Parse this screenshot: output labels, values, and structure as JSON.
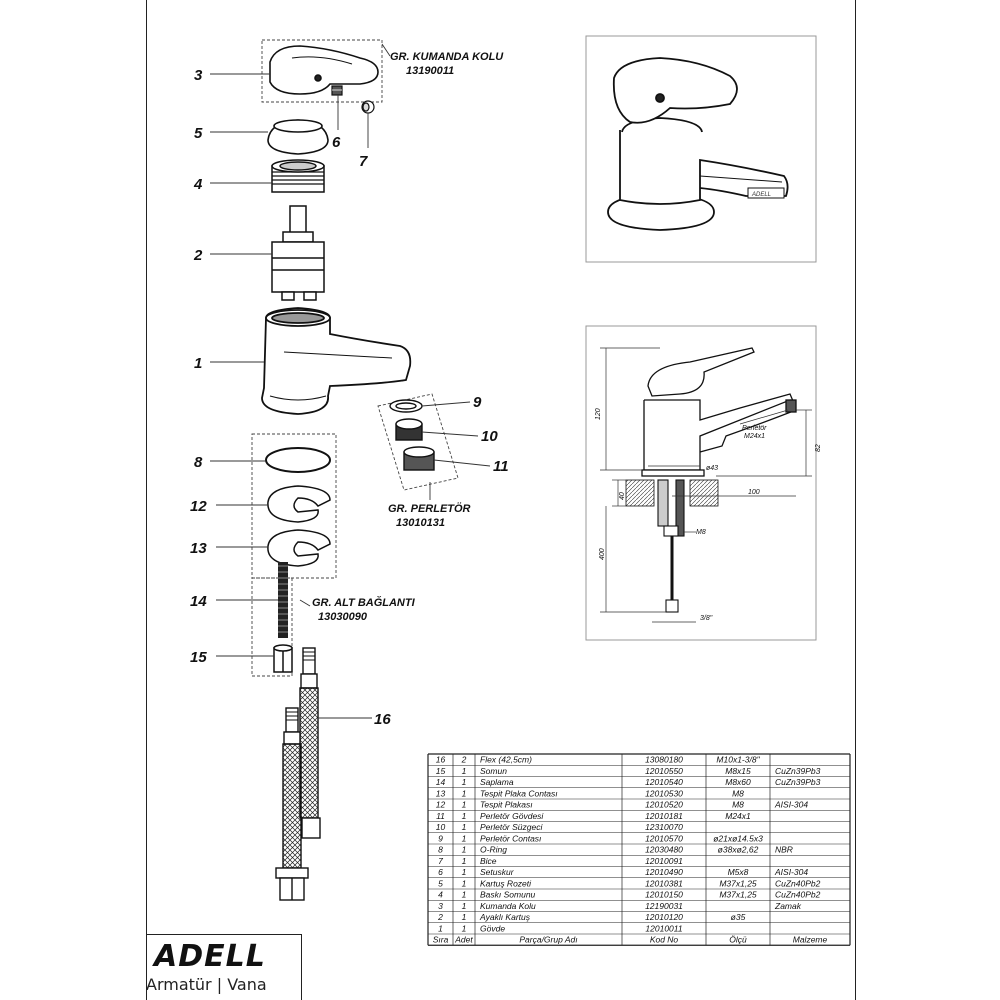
{
  "callouts": [
    {
      "num": "3"
    },
    {
      "num": "5"
    },
    {
      "num": "6"
    },
    {
      "num": "7"
    },
    {
      "num": "4"
    },
    {
      "num": "2"
    },
    {
      "num": "1"
    },
    {
      "num": "9"
    },
    {
      "num": "10"
    },
    {
      "num": "11"
    },
    {
      "num": "8"
    },
    {
      "num": "12"
    },
    {
      "num": "13"
    },
    {
      "num": "14"
    },
    {
      "num": "15"
    },
    {
      "num": "16"
    }
  ],
  "groups": {
    "kumanda": {
      "name": "GR. KUMANDA KOLU",
      "code": "13190011"
    },
    "perletor": {
      "name": "GR. PERLETÖR",
      "code": "13010131"
    },
    "alt": {
      "name": "GR. ALT BAĞLANTI",
      "code": "13030090"
    }
  },
  "dimensions": {
    "h120": "120",
    "h82": "82",
    "perlator": "Perletör",
    "perlator_size": "M24x1",
    "d43": "ø43",
    "h40": "40",
    "w100": "100",
    "m8": "M8",
    "h400": "400",
    "inch": "3/8\""
  },
  "spout_brand": "ADELL",
  "table": {
    "headers": [
      "Sıra",
      "Adet",
      "Parça/Grup Adı",
      "Kod No",
      "Ölçü",
      "Malzeme"
    ],
    "rows": [
      [
        "16",
        "2",
        "Flex (42,5cm)",
        "13080180",
        "M10x1-3/8\"",
        ""
      ],
      [
        "15",
        "1",
        "Somun",
        "12010550",
        "M8x15",
        "CuZn39Pb3"
      ],
      [
        "14",
        "1",
        "Saplama",
        "12010540",
        "M8x60",
        "CuZn39Pb3"
      ],
      [
        "13",
        "1",
        "Tespit Plaka Contası",
        "12010530",
        "M8",
        ""
      ],
      [
        "12",
        "1",
        "Tespit Plakası",
        "12010520",
        "M8",
        "AISI-304"
      ],
      [
        "11",
        "1",
        "Perletör Gövdesi",
        "12010181",
        "M24x1",
        ""
      ],
      [
        "10",
        "1",
        "Perletör Süzgeci",
        "12310070",
        "",
        ""
      ],
      [
        "9",
        "1",
        "Perletör Contası",
        "12010570",
        "ø21xø14.5x3",
        ""
      ],
      [
        "8",
        "1",
        "O-Ring",
        "12030480",
        "ø38xø2,62",
        "NBR"
      ],
      [
        "7",
        "1",
        "Bice",
        "12010091",
        "",
        ""
      ],
      [
        "6",
        "1",
        "Setuskur",
        "12010490",
        "M5x8",
        "AISI-304"
      ],
      [
        "5",
        "1",
        "Kartuş Rozeti",
        "12010381",
        "M37x1,25",
        "CuZn40Pb2"
      ],
      [
        "4",
        "1",
        "Baskı Somunu",
        "12010150",
        "M37x1,25",
        "CuZn40Pb2"
      ],
      [
        "3",
        "1",
        "Kumanda Kolu",
        "12190031",
        "",
        "Zamak"
      ],
      [
        "2",
        "1",
        "Ayaklı Kartuş",
        "12010120",
        "ø35",
        ""
      ],
      [
        "1",
        "1",
        "Gövde",
        "12010011",
        "",
        ""
      ]
    ]
  },
  "logo": {
    "name": "ADELL",
    "subtitle": "Armatür | Vana"
  }
}
